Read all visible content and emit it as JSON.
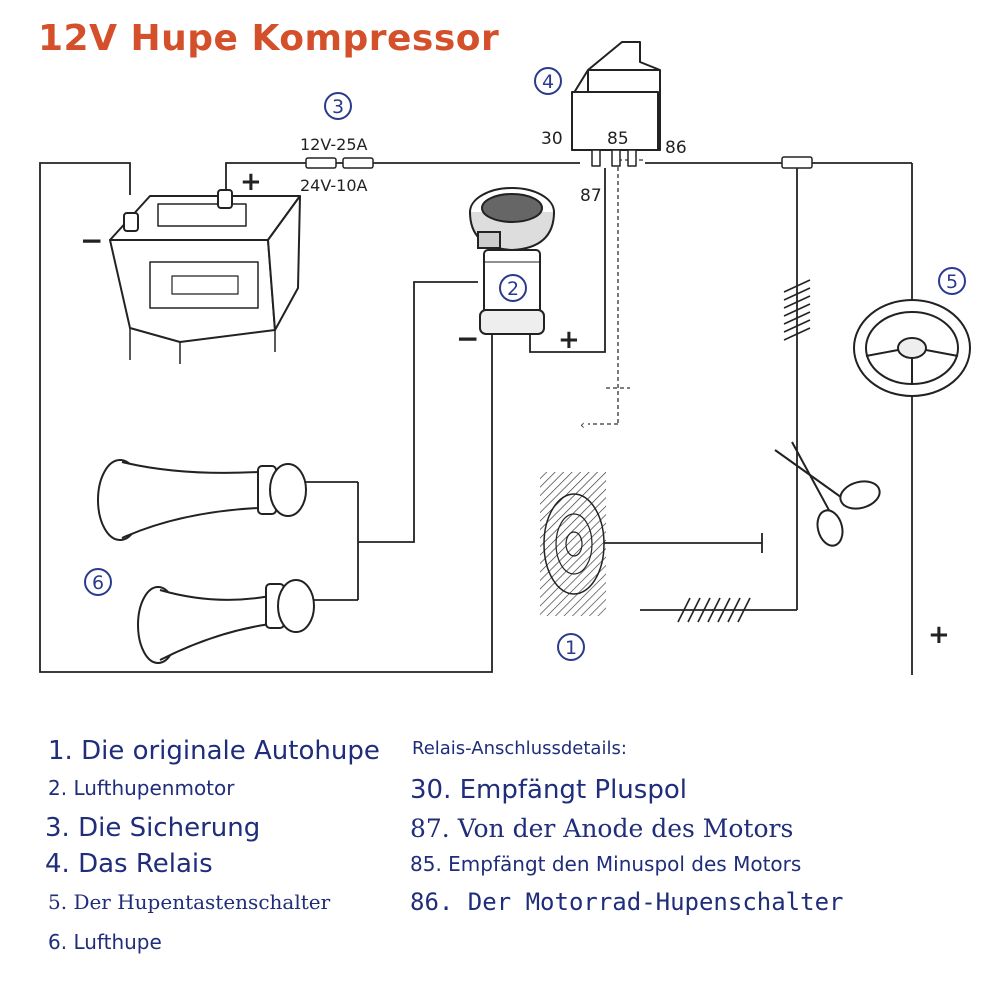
{
  "title": "12V Hupe Kompressor",
  "diagram": {
    "markers": {
      "m1": "1",
      "m2": "2",
      "m3": "3",
      "m4": "4",
      "m5": "5",
      "m6": "6"
    },
    "fuse_top": "12V-25A",
    "fuse_bottom": "24V-10A",
    "relay_pins": {
      "p30": "30",
      "p85": "85",
      "p86": "86",
      "p87": "87"
    },
    "polarity": {
      "battery_minus": "−",
      "battery_plus": "+",
      "motor_minus": "−",
      "motor_plus": "+",
      "right_plus": "+"
    }
  },
  "legend_left": [
    "1. Die originale Autohupe",
    "2. Lufthupenmotor",
    "3. Die Sicherung",
    "4. Das Relais",
    "5. Der Hupentastenschalter",
    "6. Lufthupe"
  ],
  "legend_right": {
    "heading": "Relais-Anschlussdetails:",
    "items": [
      "30. Empfängt Pluspol",
      "87. Von der Anode des Motors",
      "85. Empfängt den Minuspol des Motors",
      "86. Der Motorrad-Hupenschalter"
    ]
  },
  "colors": {
    "title": "#d4502a",
    "legend_text": "#1f2d7a",
    "wire": "#222222"
  }
}
